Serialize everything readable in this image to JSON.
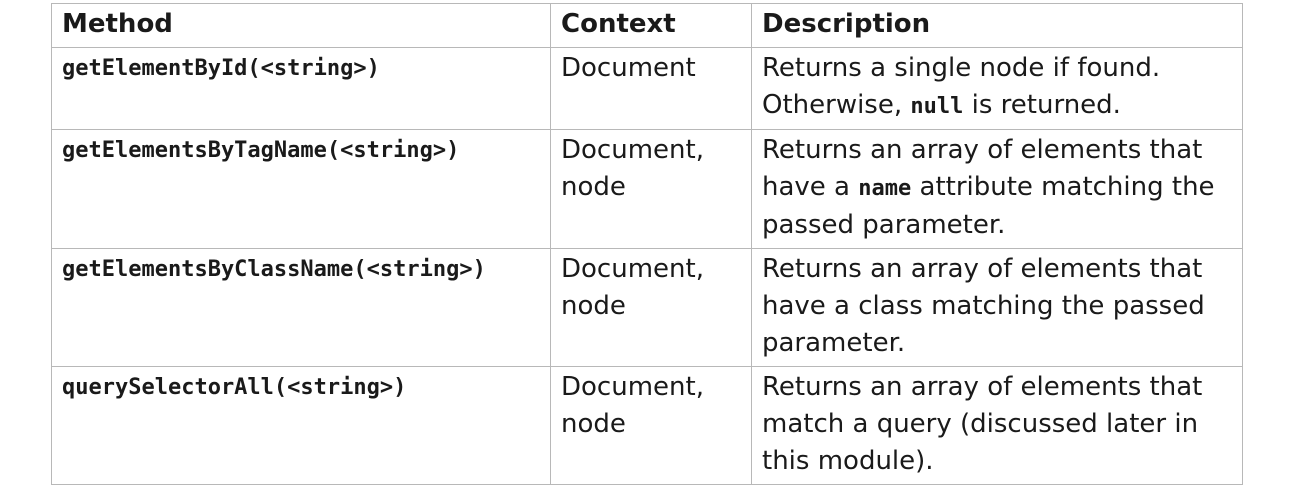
{
  "table": {
    "headers": [
      "Method",
      "Context",
      "Description"
    ],
    "rows": [
      {
        "method": "getElementById(<string>)",
        "context": "Document",
        "description": [
          "Returns a single node if found. Otherwise, ",
          "null",
          " is returned."
        ]
      },
      {
        "method": "getElementsByTagName(<string>)",
        "context": "Document, node",
        "description": [
          "Returns an array of elements that have a ",
          "name",
          " attribute matching the passed parameter."
        ]
      },
      {
        "method": "getElementsByClassName(<string>)",
        "context": "Document, node",
        "description": [
          "Returns an array of elements that have a class matching the passed parameter.",
          "",
          ""
        ]
      },
      {
        "method": "querySelectorAll(<string>)",
        "context": "Document, node",
        "description": [
          "Returns an array of elements that match a query (discussed later in this module).",
          "",
          ""
        ]
      }
    ]
  }
}
